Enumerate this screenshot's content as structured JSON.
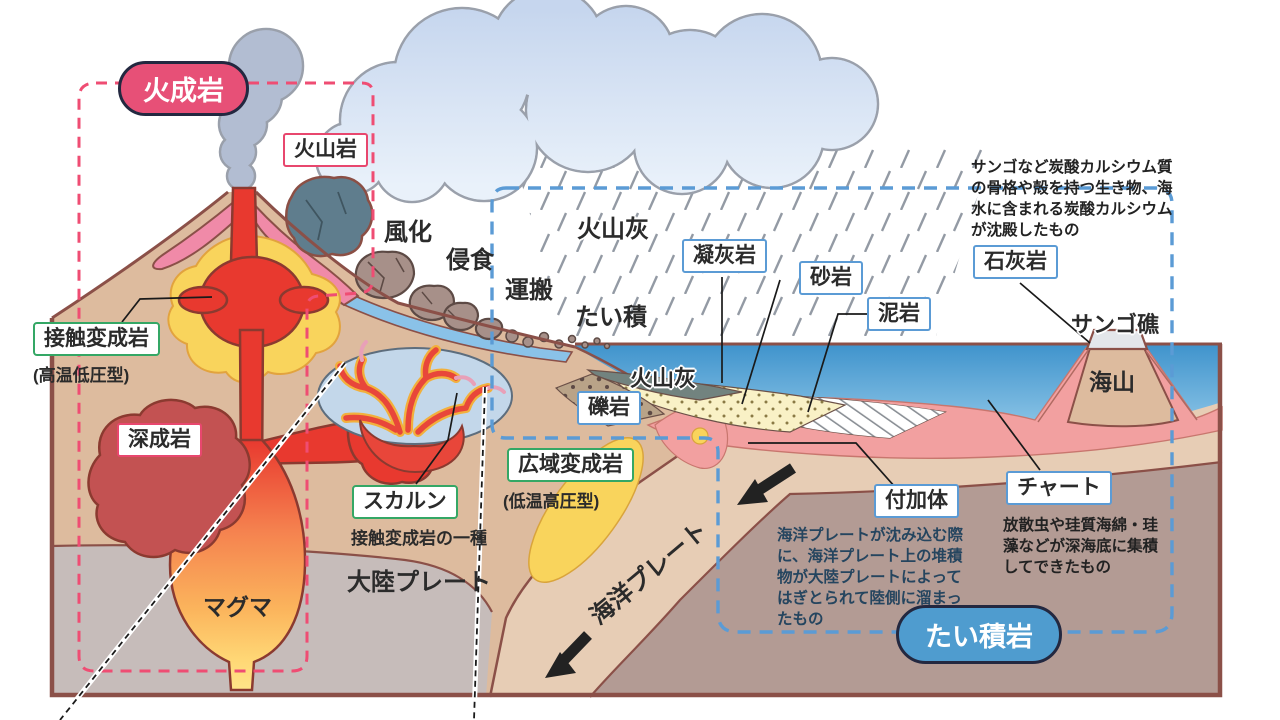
{
  "groups": {
    "igneous": {
      "label": "火成岩"
    },
    "sedimentary": {
      "label": "たい積岩"
    }
  },
  "labels": {
    "volcanic_rock": "火山岩",
    "weathering": "風化",
    "erosion": "侵食",
    "transport": "運搬",
    "deposition": "たい積",
    "ash_fall": "火山灰",
    "tuff": "凝灰岩",
    "sandstone": "砂岩",
    "mudstone": "泥岩",
    "limestone": "石灰岩",
    "limestone_note": "サンゴなど炭酸カルシウム質\nの骨格や殻を持つ生き物、海\n水に含まれる炭酸カルシウム\nが沈殿したもの",
    "coral_reef": "サンゴ礁",
    "seamount": "海山",
    "contact_metamorphic": "接触変成岩",
    "contact_metamorphic_sub": "(高温低圧型)",
    "plutonic": "深成岩",
    "skarn": "スカルン",
    "skarn_sub": "接触変成岩の一種",
    "regional_metamorphic": "広域変成岩",
    "regional_metamorphic_sub": "(低温高圧型)",
    "conglomerate": "礫岩",
    "ash_layer": "火山灰",
    "magma": "マグマ",
    "continental_plate": "大陸プレート",
    "oceanic_plate": "海洋プレート",
    "accretionary": "付加体",
    "accretionary_note": "海洋プレートが沈み込む際\nに、海洋プレート上の堆積\n物が大陸プレートによって\nはぎとられて陸側に溜まっ\nたもの",
    "chert": "チャート",
    "chert_note": "放散虫や珪質海綿・珪\n藻などが深海底に集積\nしてできたもの"
  },
  "colors": {
    "igneous_pill": "#e75077",
    "sedimentary_pill": "#4f9ccf",
    "pink_border": "#e8476e",
    "blue_border": "#5b9bd5",
    "green_border": "#34a765",
    "outline_brown": "#8b5048",
    "crust_tan": "#ddbb9e",
    "slab_tan": "#e7cdb5",
    "continental_gray": "#c6bcba",
    "mantle_brown": "#b39b94",
    "sea_blue": "#4494cc",
    "magma_red": "#e8392f",
    "magma_yellow": "#ffe98f",
    "halo_yellow": "#f9d45c",
    "chert_pink": "#f2a0a0",
    "lava_pink": "#f08aa8",
    "plutonic_red": "#c35252"
  }
}
